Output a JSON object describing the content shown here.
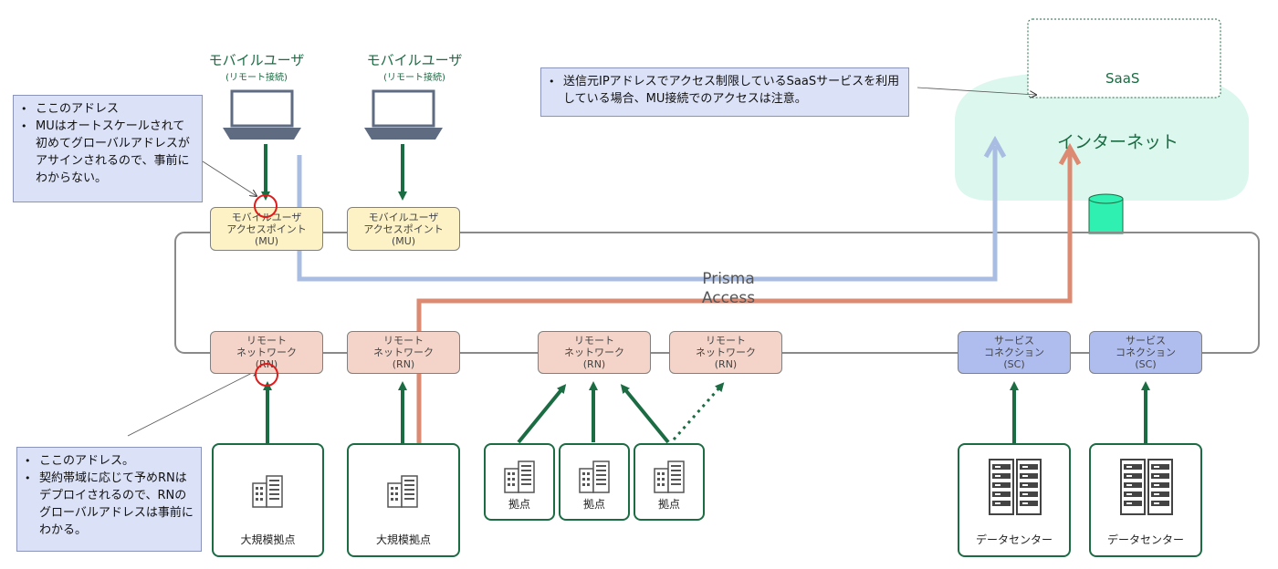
{
  "mobile_users": [
    {
      "title": "モバイルユーザ",
      "sub": "(リモート接続)"
    },
    {
      "title": "モバイルユーザ",
      "sub": "(リモート接続)"
    }
  ],
  "access_points": [
    {
      "line1": "モバイルユーザ",
      "line2": "アクセスポイント",
      "line3": "(MU)"
    },
    {
      "line1": "モバイルユーザ",
      "line2": "アクセスポイント",
      "line3": "(MU)"
    }
  ],
  "remote_networks": [
    {
      "line1": "リモート",
      "line2": "ネットワーク",
      "line3": "(RN)"
    },
    {
      "line1": "リモート",
      "line2": "ネットワーク",
      "line3": "(RN)"
    },
    {
      "line1": "リモート",
      "line2": "ネットワーク",
      "line3": "(RN)"
    },
    {
      "line1": "リモート",
      "line2": "ネットワーク",
      "line3": "(RN)"
    }
  ],
  "service_connections": [
    {
      "line1": "サービス",
      "line2": "コネクション",
      "line3": "(SC)"
    },
    {
      "line1": "サービス",
      "line2": "コネクション",
      "line3": "(SC)"
    }
  ],
  "sites": {
    "large": [
      "大規模拠点",
      "大規模拠点"
    ],
    "small": [
      "拠点",
      "拠点",
      "拠点"
    ],
    "datacenters": [
      "データセンター",
      "データセンター"
    ]
  },
  "prisma": {
    "line1": "Prisma",
    "line2": "Access"
  },
  "internet": "インターネット",
  "saas": "SaaS",
  "notes": {
    "mu": [
      "ここのアドレス",
      "MUはオートスケールされて初めてグローバルアドレスがアサインされるので、事前にわからない。"
    ],
    "rn": [
      "ここのアドレス。",
      "契約帯域に応じて予めRNはデプロイされるので、RNのグローバルアドレスは事前にわかる。"
    ],
    "saas": [
      "送信元IPアドレスでアクセス制限しているSaaSサービスを利用している場合、MU接続でのアクセスは注意。"
    ]
  },
  "colors": {
    "green": "#1b6b43",
    "blue_route": "#a9bde3",
    "salmon_route": "#dd8a72",
    "cloud": "#dcf7ee",
    "ap_fill": "#fdf2c5",
    "rn_fill": "#f4d4c8",
    "sc_fill": "#aebcee",
    "note_fill": "#dbe1f6",
    "highlight": "#e01b1b"
  },
  "icons": {
    "laptop": "laptop-icon",
    "building": "building-icon",
    "server": "server-rack-icon"
  }
}
